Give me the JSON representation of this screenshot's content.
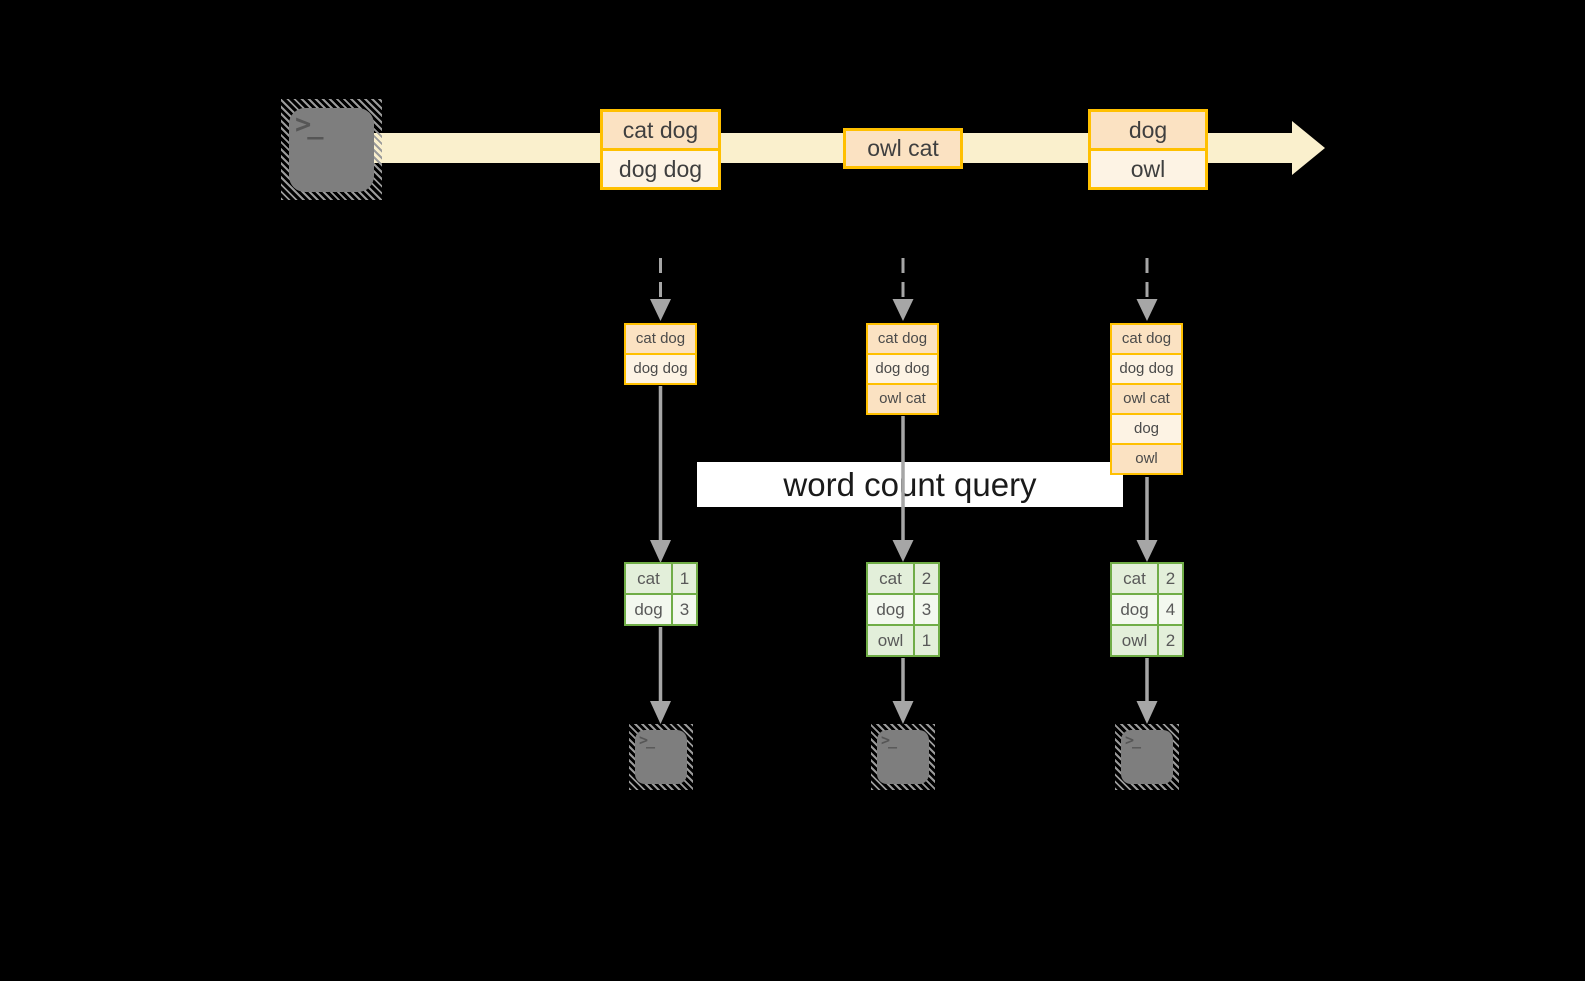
{
  "colors": {
    "background": "#000000",
    "stream_band": "#faf0cd",
    "batch_border": "#ffc000",
    "batch_fill_dark": "#fbe2c2",
    "batch_fill_light": "#fdf3e4",
    "table_border": "#70ad47",
    "table_fill_dark": "#e3efda",
    "table_fill_light": "#f3f8ef",
    "arrow_gray": "#a6a6a6",
    "terminal_gray": "#7e7e7e",
    "query_band_bg": "#ffffff"
  },
  "stream": {
    "batches": [
      {
        "lines": [
          "cat dog",
          "dog dog"
        ]
      },
      {
        "lines": [
          "owl cat"
        ]
      },
      {
        "lines": [
          "dog",
          "owl"
        ]
      }
    ]
  },
  "states": [
    {
      "rows": [
        "cat dog",
        "dog dog"
      ]
    },
    {
      "rows": [
        "cat dog",
        "dog dog",
        "owl cat"
      ]
    },
    {
      "rows": [
        "cat dog",
        "dog dog",
        "owl cat",
        "dog",
        "owl"
      ]
    }
  ],
  "query_label": "word count query",
  "results": [
    {
      "rows": [
        [
          "cat",
          "1"
        ],
        [
          "dog",
          "3"
        ]
      ]
    },
    {
      "rows": [
        [
          "cat",
          "2"
        ],
        [
          "dog",
          "3"
        ],
        [
          "owl",
          "1"
        ]
      ]
    },
    {
      "rows": [
        [
          "cat",
          "2"
        ],
        [
          "dog",
          "4"
        ],
        [
          "owl",
          "2"
        ]
      ]
    }
  ],
  "icons": {
    "terminal_glyph": ">_"
  }
}
